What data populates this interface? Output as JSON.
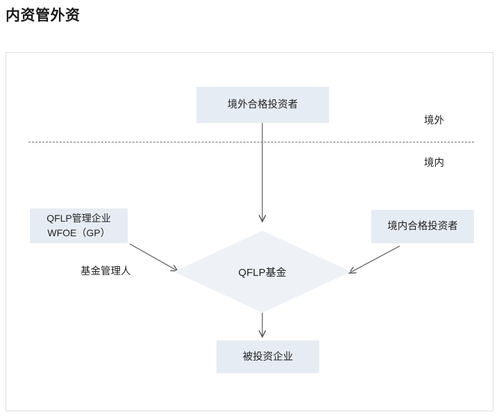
{
  "page": {
    "title": "内资管外资"
  },
  "diagram": {
    "type": "flowchart",
    "region_labels": {
      "offshore": "境外",
      "onshore": "境内"
    },
    "nodes": {
      "offshore_investor": "境外合格投资者",
      "qflp_manager": "QFLP管理企业\nWFOE（GP）",
      "onshore_investor": "境内合格投资者",
      "qflp_fund": "QFLP基金",
      "invested_enterprise": "被投资企业"
    },
    "edge_labels": {
      "fund_manager": "基金管理人"
    },
    "colors": {
      "node_fill": "#e6ecf3",
      "diamond_fill": "#eef2f7",
      "connector": "#555555",
      "divider": "#6d6d6d",
      "border": "#dcdcdc",
      "text": "#222222"
    }
  }
}
